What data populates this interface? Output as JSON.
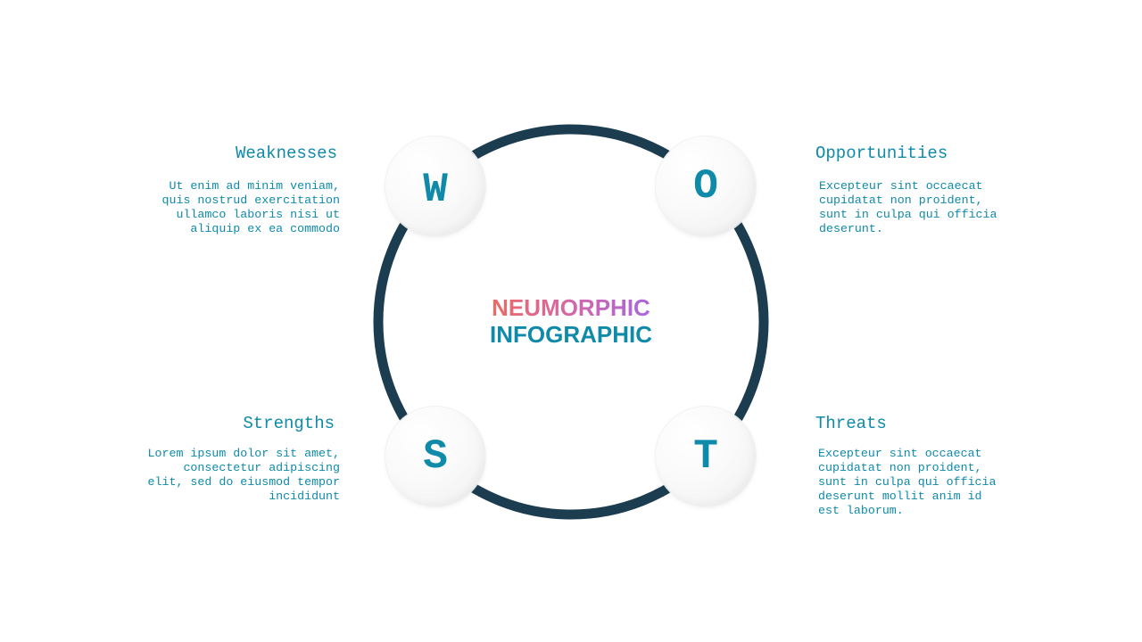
{
  "colors": {
    "accent": "#0f8aa9",
    "ring": "#1b3d4f",
    "title_gradient": [
      "#f06b5c",
      "#d467a8",
      "#a565e6"
    ]
  },
  "center": {
    "line1": "NEUMORPHIC",
    "line2": "INFOGRAPHIC"
  },
  "nodes": {
    "w": "W",
    "o": "O",
    "s": "S",
    "t": "T"
  },
  "sections": {
    "weaknesses": {
      "title": "Weaknesses",
      "body": "Ut enim ad minim veniam, quis nostrud exercitation ullamco laboris nisi ut aliquip ex ea commodo"
    },
    "opportunities": {
      "title": "Opportunities",
      "body": "Excepteur sint occaecat cupidatat non proident, sunt in culpa qui officia deserunt."
    },
    "strengths": {
      "title": "Strengths",
      "body": "Lorem ipsum dolor sit amet, consectetur adipiscing elit, sed do eiusmod tempor incididunt"
    },
    "threats": {
      "title": "Threats",
      "body": "Excepteur sint occaecat cupidatat non proident, sunt in culpa qui officia deserunt mollit anim id est laborum."
    }
  }
}
